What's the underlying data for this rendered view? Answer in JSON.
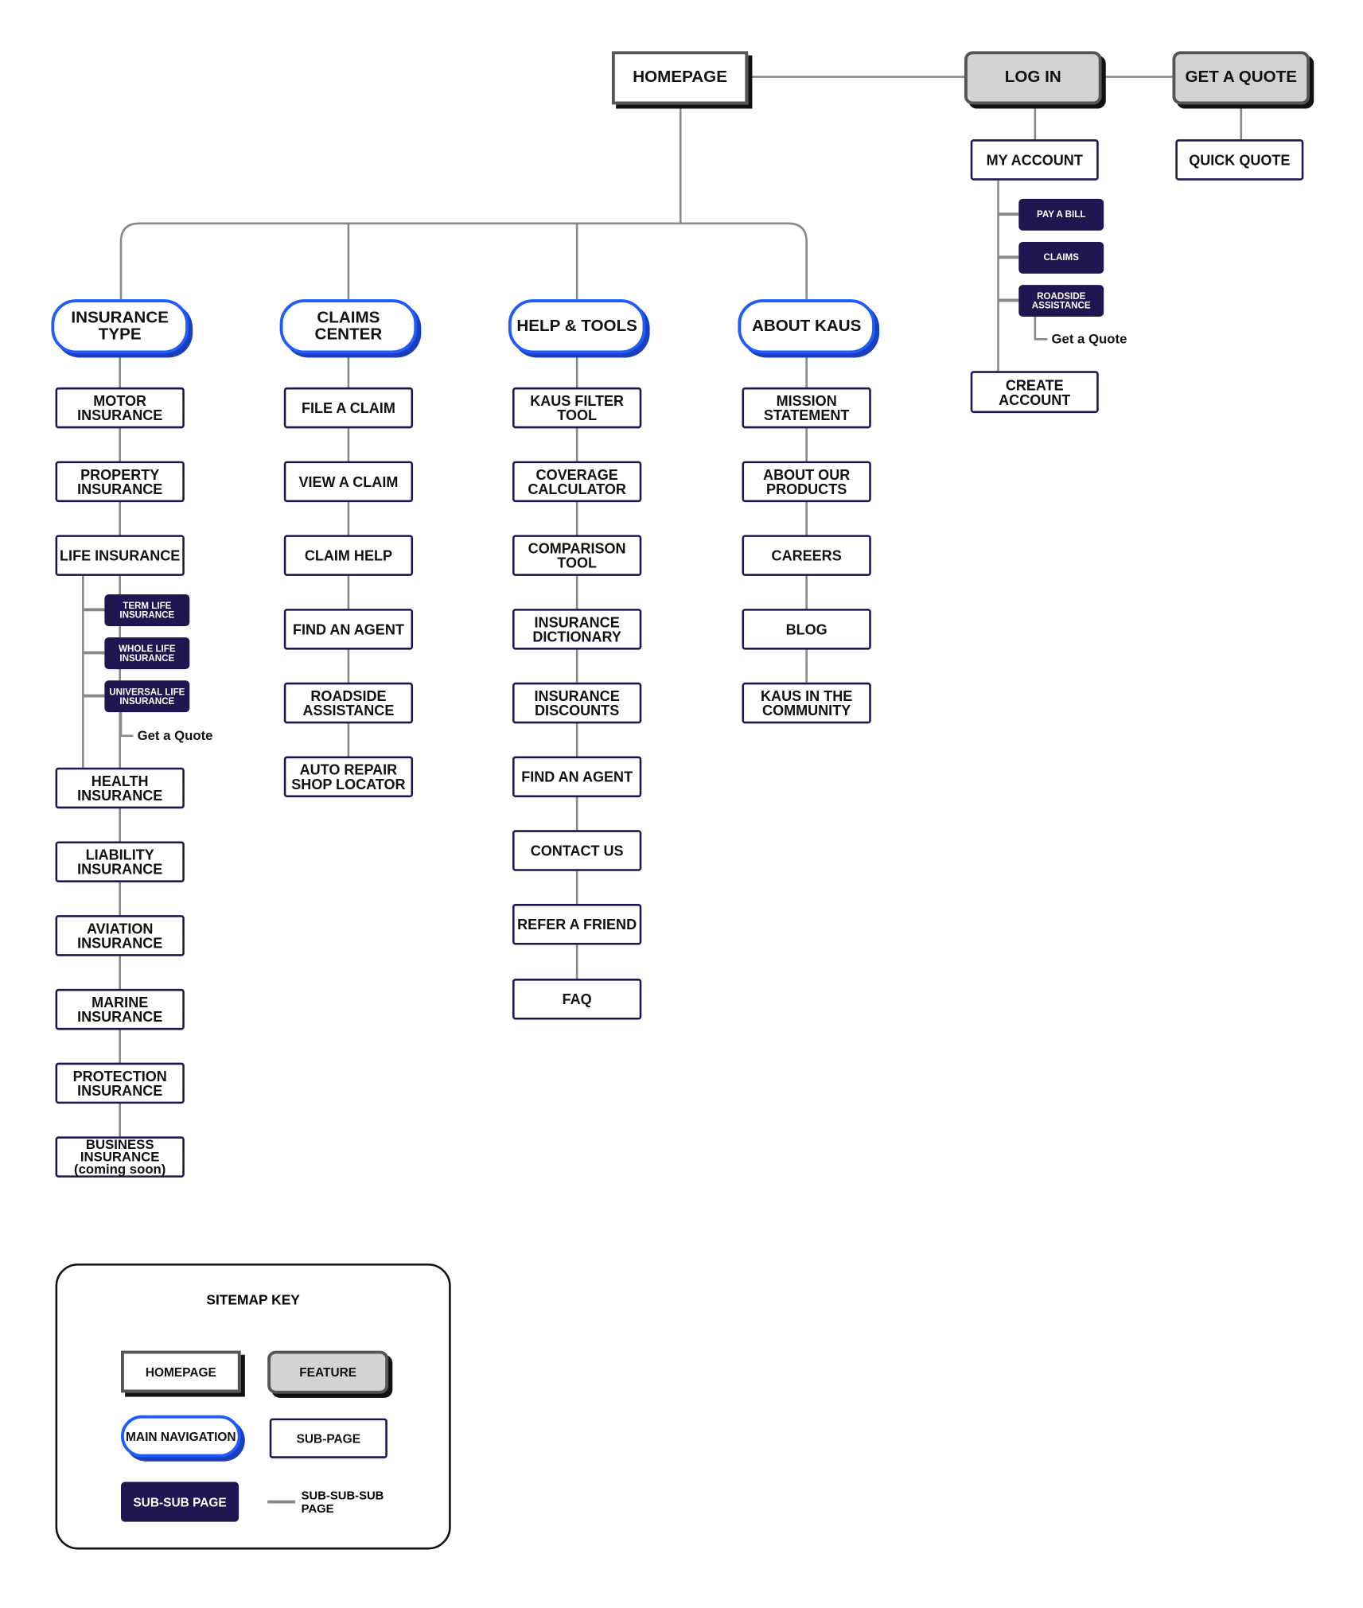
{
  "homepage": "HOMEPAGE",
  "features": [
    {
      "label": "LOG IN",
      "children": [
        "MY ACCOUNT",
        "CREATE ACCOUNT"
      ],
      "subsub": [
        "PAY A BILL",
        "CLAIMS",
        "ROADSIDE ASSISTANCE"
      ],
      "note": "Get a Quote"
    },
    {
      "label": "GET A QUOTE",
      "children": [
        "QUICK QUOTE"
      ]
    }
  ],
  "main_nav": [
    {
      "label": "INSURANCE TYPE",
      "children": [
        "MOTOR INSURANCE",
        "PROPERTY INSURANCE",
        "LIFE INSURANCE",
        "HEALTH INSURANCE",
        "LIABILITY INSURANCE",
        "AVIATION INSURANCE",
        "MARINE INSURANCE",
        "PROTECTION INSURANCE",
        "BUSINESS INSURANCE (coming soon)"
      ],
      "subsub": [
        "TERM LIFE INSURANCE",
        "WHOLE LIFE INSURANCE",
        "UNIVERSAL LIFE INSURANCE"
      ],
      "note": "Get a Quote"
    },
    {
      "label": "CLAIMS CENTER",
      "children": [
        "FILE A CLAIM",
        "VIEW A CLAIM",
        "CLAIM HELP",
        "FIND AN AGENT",
        "ROADSIDE ASSISTANCE",
        "AUTO REPAIR SHOP LOCATOR"
      ]
    },
    {
      "label": "HELP & TOOLS",
      "children": [
        "KAUS FILTER TOOL",
        "COVERAGE CALCULATOR",
        "COMPARISON TOOL",
        "INSURANCE DICTIONARY",
        "INSURANCE DISCOUNTS",
        "FIND AN AGENT",
        "CONTACT US",
        "REFER A FRIEND",
        "FAQ"
      ]
    },
    {
      "label": "ABOUT KAUS",
      "children": [
        "MISSION STATEMENT",
        "ABOUT OUR PRODUCTS",
        "CAREERS",
        "BLOG",
        "KAUS IN THE COMMUNITY"
      ]
    }
  ],
  "legend": {
    "title": "SITEMAP KEY",
    "homepage": "HOMEPAGE",
    "feature": "FEATURE",
    "main_nav": "MAIN NAVIGATION",
    "sub_page": "SUB-PAGE",
    "sub_sub_page": "SUB-SUB PAGE",
    "sub_sub_sub_page": "SUB-SUB-SUB PAGE"
  },
  "colors": {
    "main_nav": "#1f5cff",
    "sub_page_border": "#1d1650",
    "sub_sub_fill": "#1d1650",
    "feature_fill": "#d3d3d3",
    "connector": "#888888"
  }
}
